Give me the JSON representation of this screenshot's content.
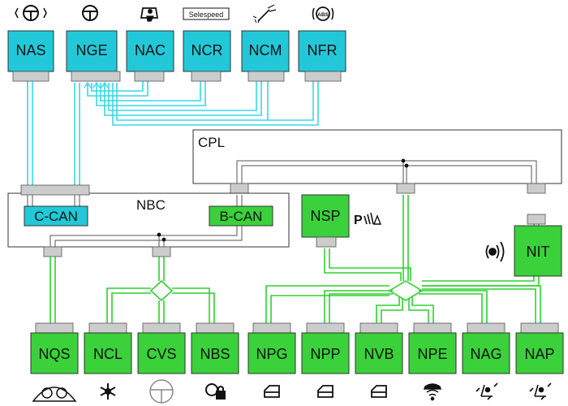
{
  "top_modules": [
    {
      "id": "NAS",
      "label": "NAS",
      "icon": "steering-wheel-arrows-icon"
    },
    {
      "id": "NGE",
      "label": "NGE",
      "icon": "steering-wheel-icon"
    },
    {
      "id": "NAC",
      "label": "NAC",
      "icon": "driver-seat-icon"
    },
    {
      "id": "NCR",
      "label": "NCR",
      "icon": "selespeed-badge",
      "icon_text": "Selespeed"
    },
    {
      "id": "NCM",
      "label": "NCM",
      "icon": "fuel-injector-icon"
    },
    {
      "id": "NFR",
      "label": "NFR",
      "icon": "abs-warning-icon",
      "icon_text": "ABS"
    }
  ],
  "cpl": {
    "label": "CPL"
  },
  "nbc": {
    "label": "NBC",
    "c_can": "C-CAN",
    "b_can": "B-CAN"
  },
  "nsp": {
    "label": "NSP",
    "icon": "park-sensor-icon",
    "icon_text": "P"
  },
  "nit": {
    "label": "NIT",
    "icon": "horn-icon"
  },
  "bottom_modules": [
    {
      "id": "NQS",
      "label": "NQS",
      "icon": "instrument-cluster-icon"
    },
    {
      "id": "NCL",
      "label": "NCL",
      "icon": "climate-fan-icon"
    },
    {
      "id": "CVS",
      "label": "CVS",
      "icon": "steering-column-switch-icon"
    },
    {
      "id": "NBS",
      "label": "NBS",
      "icon": "immobilizer-lock-icon"
    },
    {
      "id": "NPG",
      "label": "NPG",
      "icon": "door-left-icon"
    },
    {
      "id": "NPP",
      "label": "NPP",
      "icon": "door-right-icon"
    },
    {
      "id": "NVB",
      "label": "NVB",
      "icon": "tailgate-icon"
    },
    {
      "id": "NPE",
      "label": "NPE",
      "icon": "car-wifi-icon"
    },
    {
      "id": "NAG",
      "label": "NAG",
      "icon": "driver-seat-adjust-icon"
    },
    {
      "id": "NAP",
      "label": "NAP",
      "icon": "passenger-seat-adjust-icon"
    }
  ],
  "colors": {
    "cyan_module": "#22c8d8",
    "cyan_wire": "#38d7e6",
    "green_module": "#3ad13a",
    "green_wire": "#2fd02f",
    "connector": "#cccccc",
    "box_stroke": "#333333"
  }
}
